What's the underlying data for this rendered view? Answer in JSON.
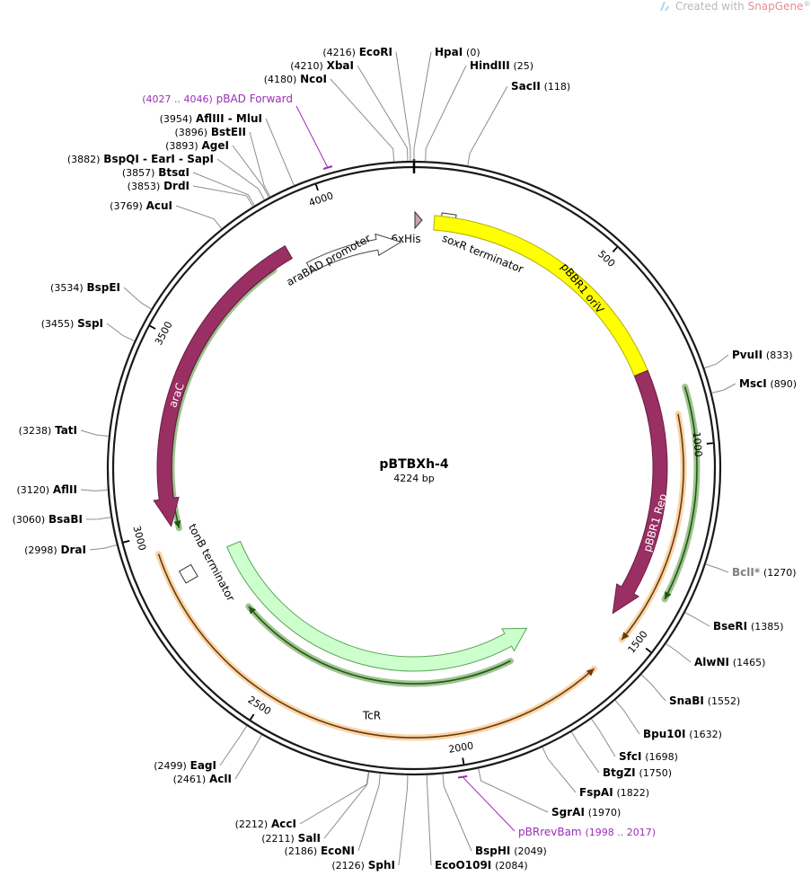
{
  "brand": {
    "prefix": "Created with ",
    "name": "SnapGene",
    "suffix": "®"
  },
  "colors": {
    "backbone": "#1a1a1a",
    "araC": "#992f62",
    "pBBR1_oriV": "#ffff00",
    "TcR": "#ccffcc",
    "orf_green": "#2f7b12",
    "orf_orange": "#f0a142",
    "primer": "#9a2fb5",
    "nonunique": "#808080",
    "promoter_fill": "#ffffff",
    "his_tag": "#c9a0b6"
  },
  "chart_data": {
    "type": "plasmid-map",
    "name": "pBTBXh-4",
    "length_bp": 4224,
    "length_label": "4224 bp",
    "ticks": [
      {
        "bp": 500,
        "label": "500"
      },
      {
        "bp": 1000,
        "label": "1000"
      },
      {
        "bp": 1500,
        "label": "1500"
      },
      {
        "bp": 2000,
        "label": "2000"
      },
      {
        "bp": 2500,
        "label": "2500"
      },
      {
        "bp": 3000,
        "label": "3000"
      },
      {
        "bp": 3500,
        "label": "3500"
      },
      {
        "bp": 4000,
        "label": "4000"
      }
    ],
    "features": [
      {
        "name": "6xHis",
        "start": 4216,
        "end": 18,
        "type": "tag",
        "color": "#c9a0b6"
      },
      {
        "name": "soxR terminator",
        "start": 20,
        "end": 50,
        "type": "terminator",
        "color": "#ffffff"
      },
      {
        "name": "pBBR1 oriV",
        "start": 55,
        "end": 790,
        "type": "origin",
        "color": "#ffff00"
      },
      {
        "name": "pBBR1 Rep",
        "start": 790,
        "end": 1480,
        "type": "cds",
        "color": "#992f62"
      },
      {
        "name": "TcR",
        "start": 1700,
        "end": 2900,
        "type": "cds",
        "color": "#ccffcc",
        "direction": "reverse"
      },
      {
        "name": "tonB terminator",
        "start": 2920,
        "end": 2955,
        "type": "terminator",
        "color": "#ffffff"
      },
      {
        "name": "araC",
        "start": 3010,
        "end": 3870,
        "type": "cds",
        "color": "#992f62",
        "direction": "reverse"
      },
      {
        "name": "araBAD promoter",
        "start": 3900,
        "end": 4185,
        "type": "promoter",
        "color": "#ffffff"
      }
    ],
    "orfs": [
      {
        "start": 860,
        "end": 1380,
        "color": "#2f7b12",
        "direction": "forward"
      },
      {
        "start": 920,
        "end": 1520,
        "color": "#f0a142",
        "direction": "forward"
      },
      {
        "start": 1620,
        "end": 2950,
        "color": "#f0a142",
        "direction": "reverse"
      },
      {
        "start": 1800,
        "end": 2700,
        "color": "#2f7b12",
        "direction": "forward"
      },
      {
        "start": 3000,
        "end": 3810,
        "color": "#2f7b12",
        "direction": "reverse"
      }
    ],
    "primers": [
      {
        "name": "pBAD Forward",
        "range": "(4027 .. 4046)",
        "bp": 4036
      },
      {
        "name": "pBRrevBam",
        "range": "(1998 .. 2017)",
        "bp": 2007
      }
    ],
    "sites": [
      {
        "name": "EcoRI",
        "pos": "(4216)",
        "bp": 4216
      },
      {
        "name": "XbaI",
        "pos": "(4210)",
        "bp": 4210
      },
      {
        "name": "NcoI",
        "pos": "(4180)",
        "bp": 4180
      },
      {
        "name": "HpaI",
        "pos": "(0)",
        "bp": 0
      },
      {
        "name": "HindIII",
        "pos": "(25)",
        "bp": 25
      },
      {
        "name": "SacII",
        "pos": "(118)",
        "bp": 118
      },
      {
        "name": "PvuII",
        "pos": "(833)",
        "bp": 833
      },
      {
        "name": "MscI",
        "pos": "(890)",
        "bp": 890
      },
      {
        "name": "BclI",
        "pos": "(1270)",
        "bp": 1270,
        "nonunique": true,
        "mark": "*"
      },
      {
        "name": "BseRI",
        "pos": "(1385)",
        "bp": 1385
      },
      {
        "name": "AlwNI",
        "pos": "(1465)",
        "bp": 1465
      },
      {
        "name": "SnaBI",
        "pos": "(1552)",
        "bp": 1552
      },
      {
        "name": "Bpu10I",
        "pos": "(1632)",
        "bp": 1632
      },
      {
        "name": "SfcI",
        "pos": "(1698)",
        "bp": 1698
      },
      {
        "name": "BtgZI",
        "pos": "(1750)",
        "bp": 1750
      },
      {
        "name": "FspAI",
        "pos": "(1822)",
        "bp": 1822
      },
      {
        "name": "SgrAI",
        "pos": "(1970)",
        "bp": 1970
      },
      {
        "name": "BspHI",
        "pos": "(2049)",
        "bp": 2049
      },
      {
        "name": "EcoO109I",
        "pos": "(2084)",
        "bp": 2084
      },
      {
        "name": "SphI",
        "pos": "(2126)",
        "bp": 2126
      },
      {
        "name": "EcoNI",
        "pos": "(2186)",
        "bp": 2186
      },
      {
        "name": "SalI",
        "pos": "(2211)",
        "bp": 2211
      },
      {
        "name": "AccI",
        "pos": "(2212)",
        "bp": 2212
      },
      {
        "name": "AclI",
        "pos": "(2461)",
        "bp": 2461
      },
      {
        "name": "EagI",
        "pos": "(2499)",
        "bp": 2499
      },
      {
        "name": "DraI",
        "pos": "(2998)",
        "bp": 2998
      },
      {
        "name": "BsaBI",
        "pos": "(3060)",
        "bp": 3060
      },
      {
        "name": "AflII",
        "pos": "(3120)",
        "bp": 3120
      },
      {
        "name": "TatI",
        "pos": "(3238)",
        "bp": 3238
      },
      {
        "name": "SspI",
        "pos": "(3455)",
        "bp": 3455
      },
      {
        "name": "BspEI",
        "pos": "(3534)",
        "bp": 3534
      },
      {
        "name": "AcuI",
        "pos": "(3769)",
        "bp": 3769
      },
      {
        "name": "DrdI",
        "pos": "(3853)",
        "bp": 3853
      },
      {
        "name": "BtsαI",
        "pos": "(3857)",
        "bp": 3857
      },
      {
        "name": "BspQI - EarI - SapI",
        "pos": "(3882)",
        "bp": 3882
      },
      {
        "name": "AgeI",
        "pos": "(3893)",
        "bp": 3893
      },
      {
        "name": "BstEII",
        "pos": "(3896)",
        "bp": 3896
      },
      {
        "name": "AflIII - MluI",
        "pos": "(3954)",
        "bp": 3954
      }
    ]
  }
}
